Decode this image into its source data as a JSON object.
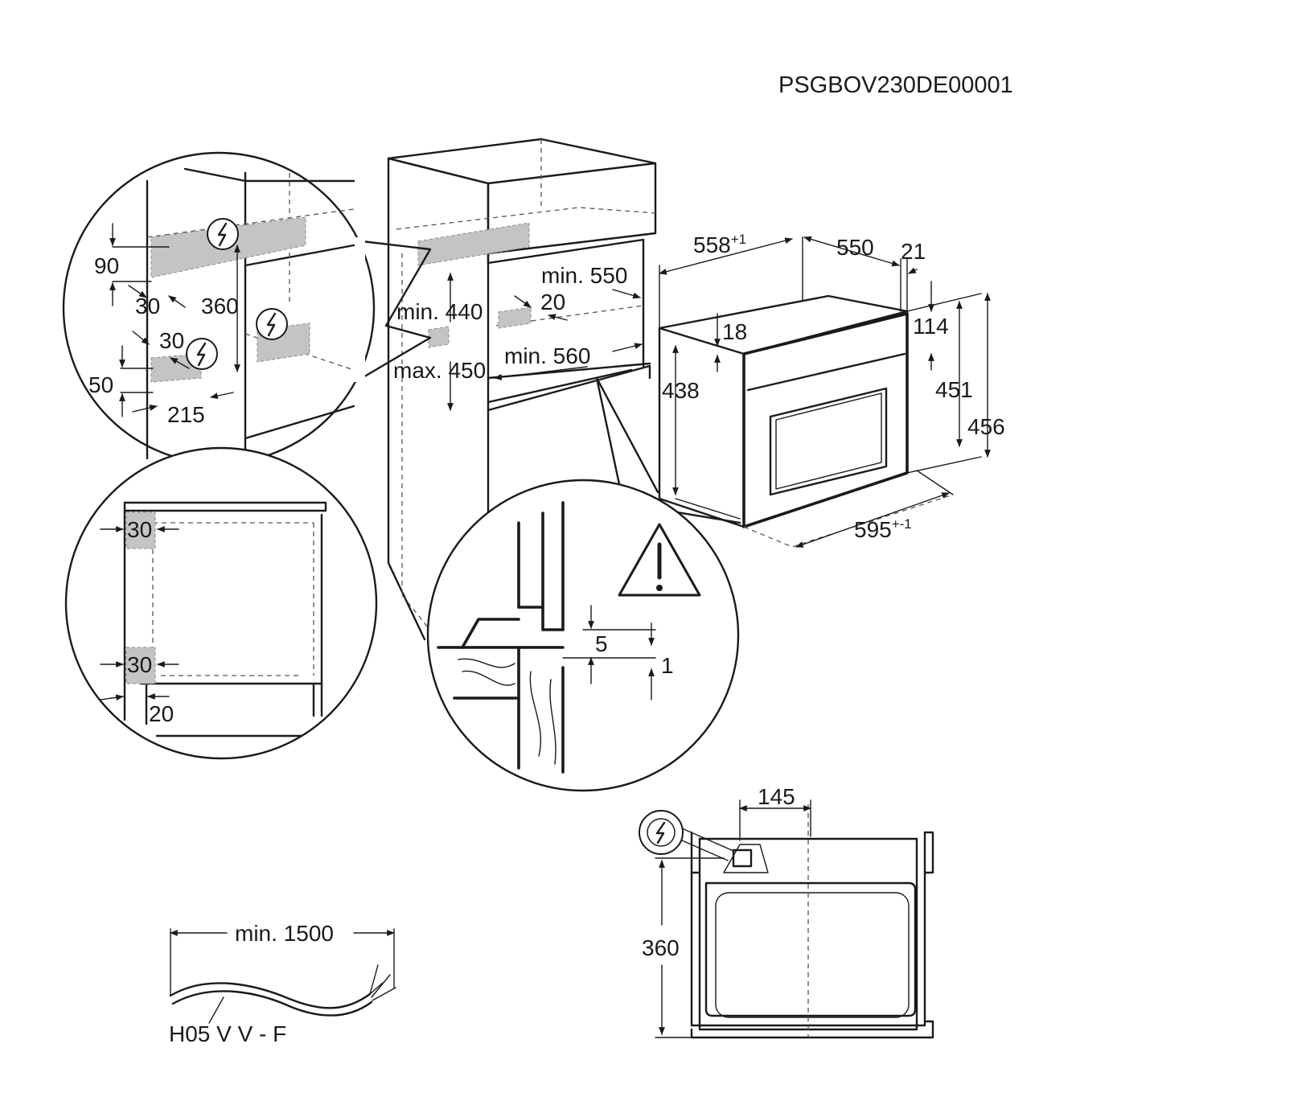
{
  "doc_code": "PSGBOV230DE00001",
  "overview": {
    "depth": "558",
    "depth_tol": "+1",
    "body_depth": "550",
    "front_offset": "21",
    "panel_height": "114",
    "top_gap": "18",
    "body_height": "438",
    "front_height": "451",
    "total_height": "456",
    "width": "595",
    "width_tol": "+-1"
  },
  "cabinet": {
    "niche_depth": "min. 550",
    "niche_offset": "20",
    "niche_height_min": "min. 440",
    "niche_height_max": "max. 450",
    "niche_width": "min. 560"
  },
  "detail_electric": {
    "top_height": "90",
    "top_offset": "30",
    "vertical": "360",
    "mid_offset": "30",
    "bottom_height": "50",
    "bottom_width": "215"
  },
  "detail_ventilation": {
    "top_gap": "30",
    "bottom_gap": "30",
    "side_gap": "20"
  },
  "detail_mounting": {
    "gap": "5",
    "overlap": "1"
  },
  "front_view": {
    "socket_offset": "145",
    "socket_height": "360"
  },
  "cable": {
    "length": "min. 1500",
    "type": "H05 V V - F"
  }
}
